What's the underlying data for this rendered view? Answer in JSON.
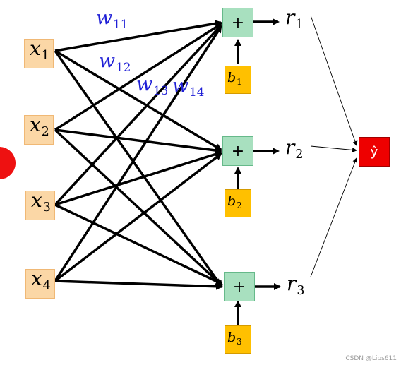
{
  "inputs": [
    {
      "sym": "x",
      "sub": "1"
    },
    {
      "sym": "x",
      "sub": "2"
    },
    {
      "sym": "x",
      "sub": "3"
    },
    {
      "sym": "x",
      "sub": "4"
    }
  ],
  "sum_nodes": [
    {
      "label": "+"
    },
    {
      "label": "+"
    },
    {
      "label": "+"
    }
  ],
  "biases": [
    {
      "sym": "b",
      "sub": "1"
    },
    {
      "sym": "b",
      "sub": "2"
    },
    {
      "sym": "b",
      "sub": "3"
    }
  ],
  "outputs": [
    {
      "sym": "r",
      "sub": "1"
    },
    {
      "sym": "r",
      "sub": "2"
    },
    {
      "sym": "r",
      "sub": "3"
    }
  ],
  "weights": [
    {
      "sym": "w",
      "sub": "11"
    },
    {
      "sym": "w",
      "sub": "12"
    },
    {
      "sym": "w",
      "sub": "13"
    },
    {
      "sym": "w",
      "sub": "14"
    }
  ],
  "final_output": {
    "label": "ŷ"
  },
  "watermark": "CSDN @Lips611",
  "colors": {
    "input_fill": "#fbd7a6",
    "sum_fill": "#a8e0bf",
    "bias_fill": "#ffc000",
    "output_fill": "#ee0000",
    "weight_text": "#1f1fd6"
  }
}
